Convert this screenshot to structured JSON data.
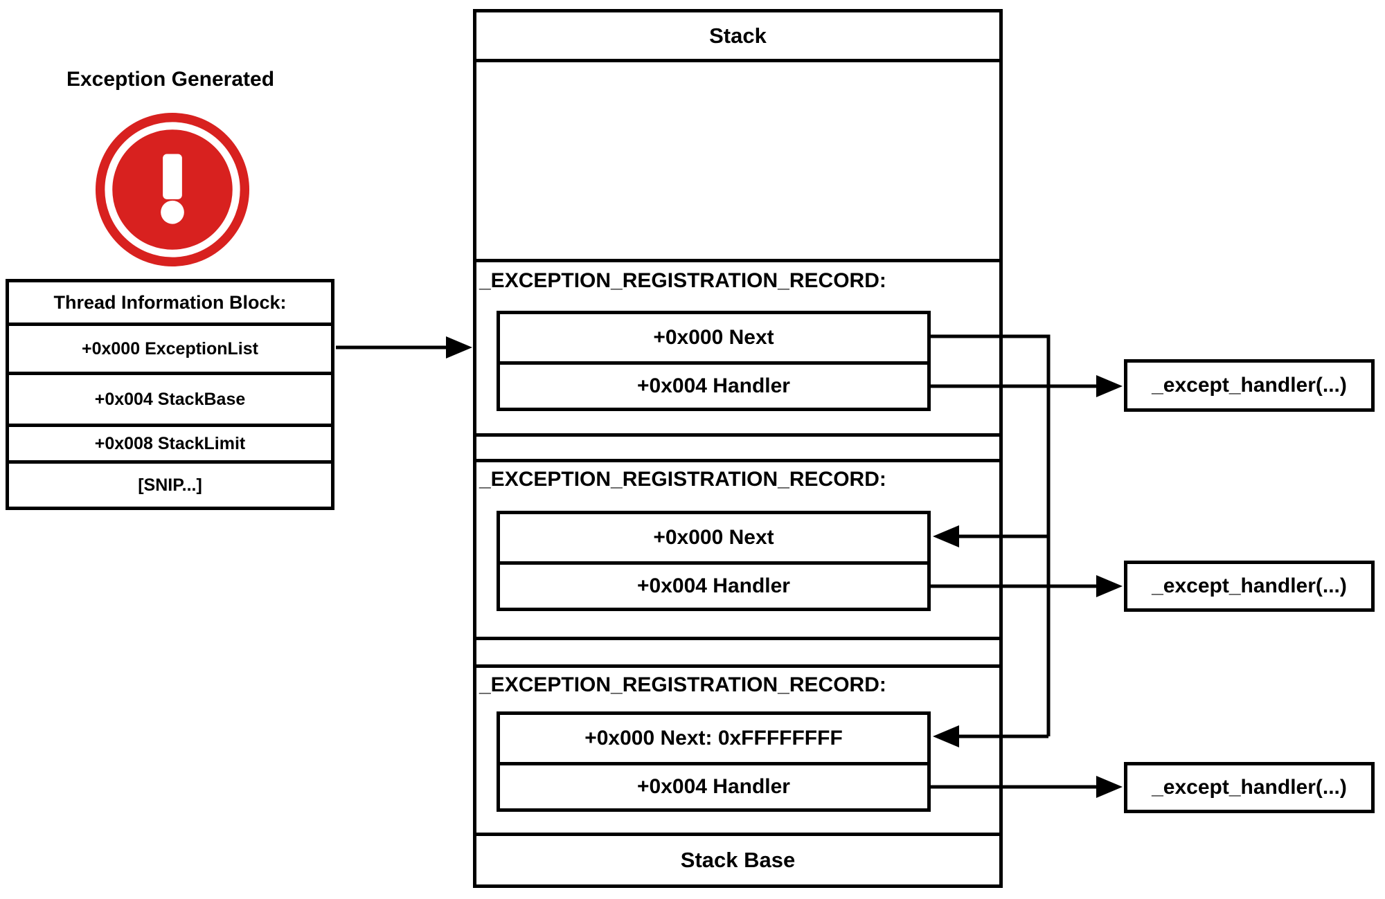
{
  "title": "Exception Generated",
  "icon": {
    "name": "alert-exclamation-icon",
    "color": "#d8211f"
  },
  "tib": {
    "header": "Thread Information Block:",
    "rows": [
      "+0x000 ExceptionList",
      "+0x004 StackBase",
      "+0x008 StackLimit",
      "[SNIP...]"
    ]
  },
  "stack": {
    "title": "Stack",
    "base_label": "Stack Base",
    "records": [
      {
        "label": "_EXCEPTION_REGISTRATION_RECORD:",
        "next": "+0x000 Next",
        "handler": "+0x004 Handler"
      },
      {
        "label": "_EXCEPTION_REGISTRATION_RECORD:",
        "next": "+0x000 Next",
        "handler": "+0x004 Handler"
      },
      {
        "label": "_EXCEPTION_REGISTRATION_RECORD:",
        "next": "+0x000 Next: 0xFFFFFFFF",
        "handler": "+0x004 Handler"
      }
    ]
  },
  "handlers": [
    "_except_handler(...)",
    "_except_handler(...)",
    "_except_handler(...)"
  ],
  "colors": {
    "line": "#000000",
    "alert_red": "#d8211f",
    "background": "#ffffff"
  }
}
